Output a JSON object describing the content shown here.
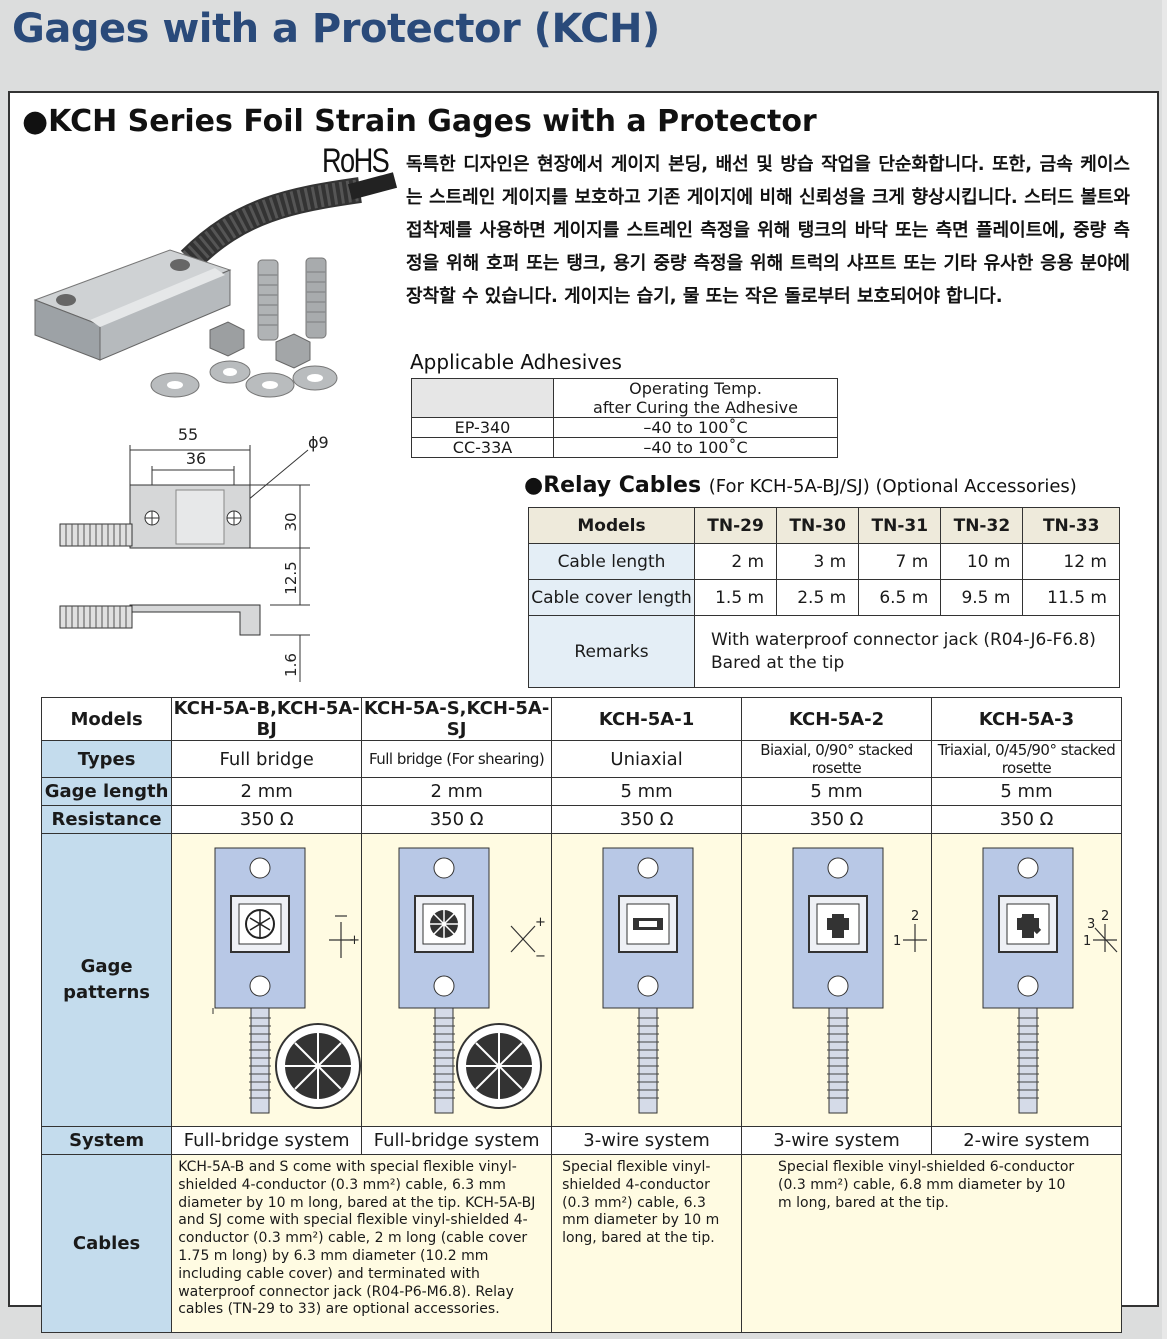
{
  "page_title": "Gages with a Protector (KCH)",
  "section_title": "●KCH Series Foil Strain Gages with a Protector",
  "rohs": "RoHS",
  "description": "독특한 디자인은 현장에서 게이지 본딩, 배선 및 방습 작업을 단순화합니다. 또한, 금속 케이스는 스트레인 게이지를 보호하고 기존 게이지에 비해 신뢰성을 크게 향상시킵니다. 스터드 볼트와 접착제를 사용하면 게이지를 스트레인 측정을 위해 탱크의 바닥 또는 측면 플레이트에, 중량 측정을 위해 호퍼 또는 탱크, 용기 중량 측정을 위해 트럭의 샤프트 또는 기타 유사한 응용 분야에 장착할 수 있습니다. 게이지는 습기, 물 또는 작은 돌로부터 보호되어야 합니다.",
  "dimensions": {
    "d55": "55",
    "d36": "36",
    "d9": "ϕ9",
    "d30": "30",
    "d125": "12.5",
    "d16": "1.6"
  },
  "adhesives": {
    "title": "Applicable Adhesives",
    "header_line1": "Operating Temp.",
    "header_line2": "after Curing the Adhesive",
    "rows": [
      {
        "name": "EP-340",
        "temp": "–40 to 100˚C"
      },
      {
        "name": "CC-33A",
        "temp": "–40 to 100˚C"
      }
    ]
  },
  "relay": {
    "title": "●Relay Cables",
    "subtitle": "(For KCH-5A-BJ/SJ) (Optional Accessories)",
    "models_label": "Models",
    "models": [
      "TN-29",
      "TN-30",
      "TN-31",
      "TN-32",
      "TN-33"
    ],
    "cable_length_label": "Cable length",
    "cable_length": [
      "2 m",
      "3 m",
      "7 m",
      "10 m",
      "12 m"
    ],
    "cover_length_label": "Cable cover length",
    "cover_length": [
      "1.5 m",
      "2.5 m",
      "6.5 m",
      "9.5 m",
      "11.5 m"
    ],
    "remarks_label": "Remarks",
    "remarks_line1": "With waterproof connector jack (R04-J6-F6.8)",
    "remarks_line2": "Bared at the tip"
  },
  "spec": {
    "labels": {
      "models": "Models",
      "types": "Types",
      "gage_length": "Gage length",
      "resistance": "Resistance",
      "gage_patterns_1": "Gage",
      "gage_patterns_2": "patterns",
      "system": "System",
      "cables": "Cables"
    },
    "models": [
      "KCH-5A-B,KCH-5A-BJ",
      "KCH-5A-S,KCH-5A-SJ",
      "KCH-5A-1",
      "KCH-5A-2",
      "KCH-5A-3"
    ],
    "types": [
      "Full bridge",
      "Full bridge (For shearing)",
      "Uniaxial",
      "Biaxial, 0/90° stacked rosette",
      "Triaxial, 0/45/90° stacked rosette"
    ],
    "gage_length": [
      "2 mm",
      "2 mm",
      "5 mm",
      "5 mm",
      "5 mm"
    ],
    "resistance": [
      "350 Ω",
      "350 Ω",
      "350 Ω",
      "350 Ω",
      "350 Ω"
    ],
    "system": [
      "Full-bridge system",
      "Full-bridge system",
      "3-wire system",
      "3-wire system",
      "2-wire system"
    ],
    "axis_labels": {
      "plus": "+",
      "minus": "−",
      "one": "1",
      "two": "2",
      "three": "3"
    },
    "cables_1": "KCH-5A-B and S come with special flexible vinyl-shielded 4-conductor (0.3 mm²) cable, 6.3 mm diameter by 10 m long, bared at the tip. KCH-5A-BJ and SJ come with special flexible vinyl-shielded 4-conductor (0.3 mm²) cable, 2 m long (cable cover 1.75 m long) by 6.3 mm diameter (10.2 mm including cable cover) and terminated with waterproof connector jack (R04-P6-M6.8). Relay cables (TN-29 to 33) are optional accessories.",
    "cables_2": "Special flexible vinyl-shielded 4-conductor (0.3 mm²) cable, 6.3 mm diameter by 10 m long, bared at the tip.",
    "cables_3": "Special flexible vinyl-shielded 6-conductor (0.3 mm²) cable, 6.8 mm diameter by 10 m long, bared at the tip."
  },
  "colors": {
    "title_blue": "#2a4a7a",
    "row_header_blue": "#c4dced",
    "pattern_bg": "#fffbe2",
    "gage_body": "#b8c8e6"
  }
}
